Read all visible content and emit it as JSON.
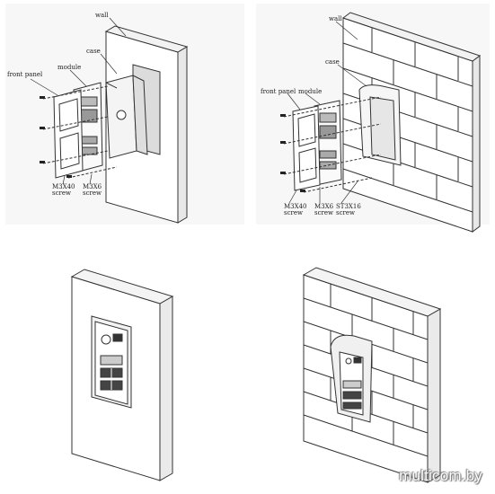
{
  "labels": {
    "tl_wall": "wall",
    "tl_case": "case",
    "tl_front_panel": "front panel",
    "tl_module": "module",
    "tl_screw_a_line1": "M3X40",
    "tl_screw_a_line2": "screw",
    "tl_screw_b_line1": "M3X6",
    "tl_screw_b_line2": "screw",
    "tr_wall": "wall",
    "tr_case": "case",
    "tr_front_panel": "front panel",
    "tr_module": "module",
    "tr_screw_a_line1": "M3X40",
    "tr_screw_a_line2": "screw",
    "tr_screw_b_line1": "M3X6",
    "tr_screw_b_line2": "screw",
    "tr_screw_c_line1": "ST3X16",
    "tr_screw_c_line2": "screw"
  },
  "watermark": "multicom.by"
}
